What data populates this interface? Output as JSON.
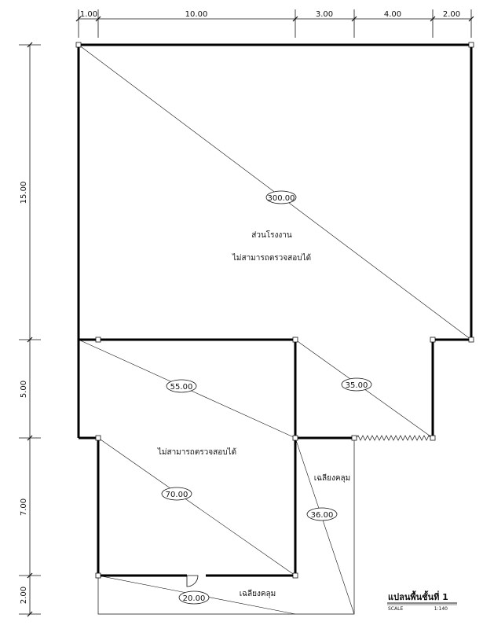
{
  "dimensions": {
    "top": [
      "1.00",
      "10.00",
      "3.00",
      "4.00",
      "2.00"
    ],
    "left": [
      "15.00",
      "5.00",
      "7.00",
      "2.00"
    ]
  },
  "areas": {
    "factory": "300.00",
    "room_a": "55.00",
    "room_b": "35.00",
    "room_c": "70.00",
    "lean_to_right": "36.00",
    "lean_to_bottom": "20.00"
  },
  "labels": {
    "factory_name": "ส่วนโรงงาน",
    "factory_note": "ไม่สามารถตรวจสอบได้",
    "room_c_note": "ไม่สามารถตรวจสอบได้",
    "lean_to_right": "เฉลียงคลุม",
    "lean_to_bottom": "เฉลียงคลุม"
  },
  "title": {
    "main": "แปลนพื้นชั้นที่ 1",
    "scale_label": "SCALE",
    "scale_value": "1:140"
  }
}
